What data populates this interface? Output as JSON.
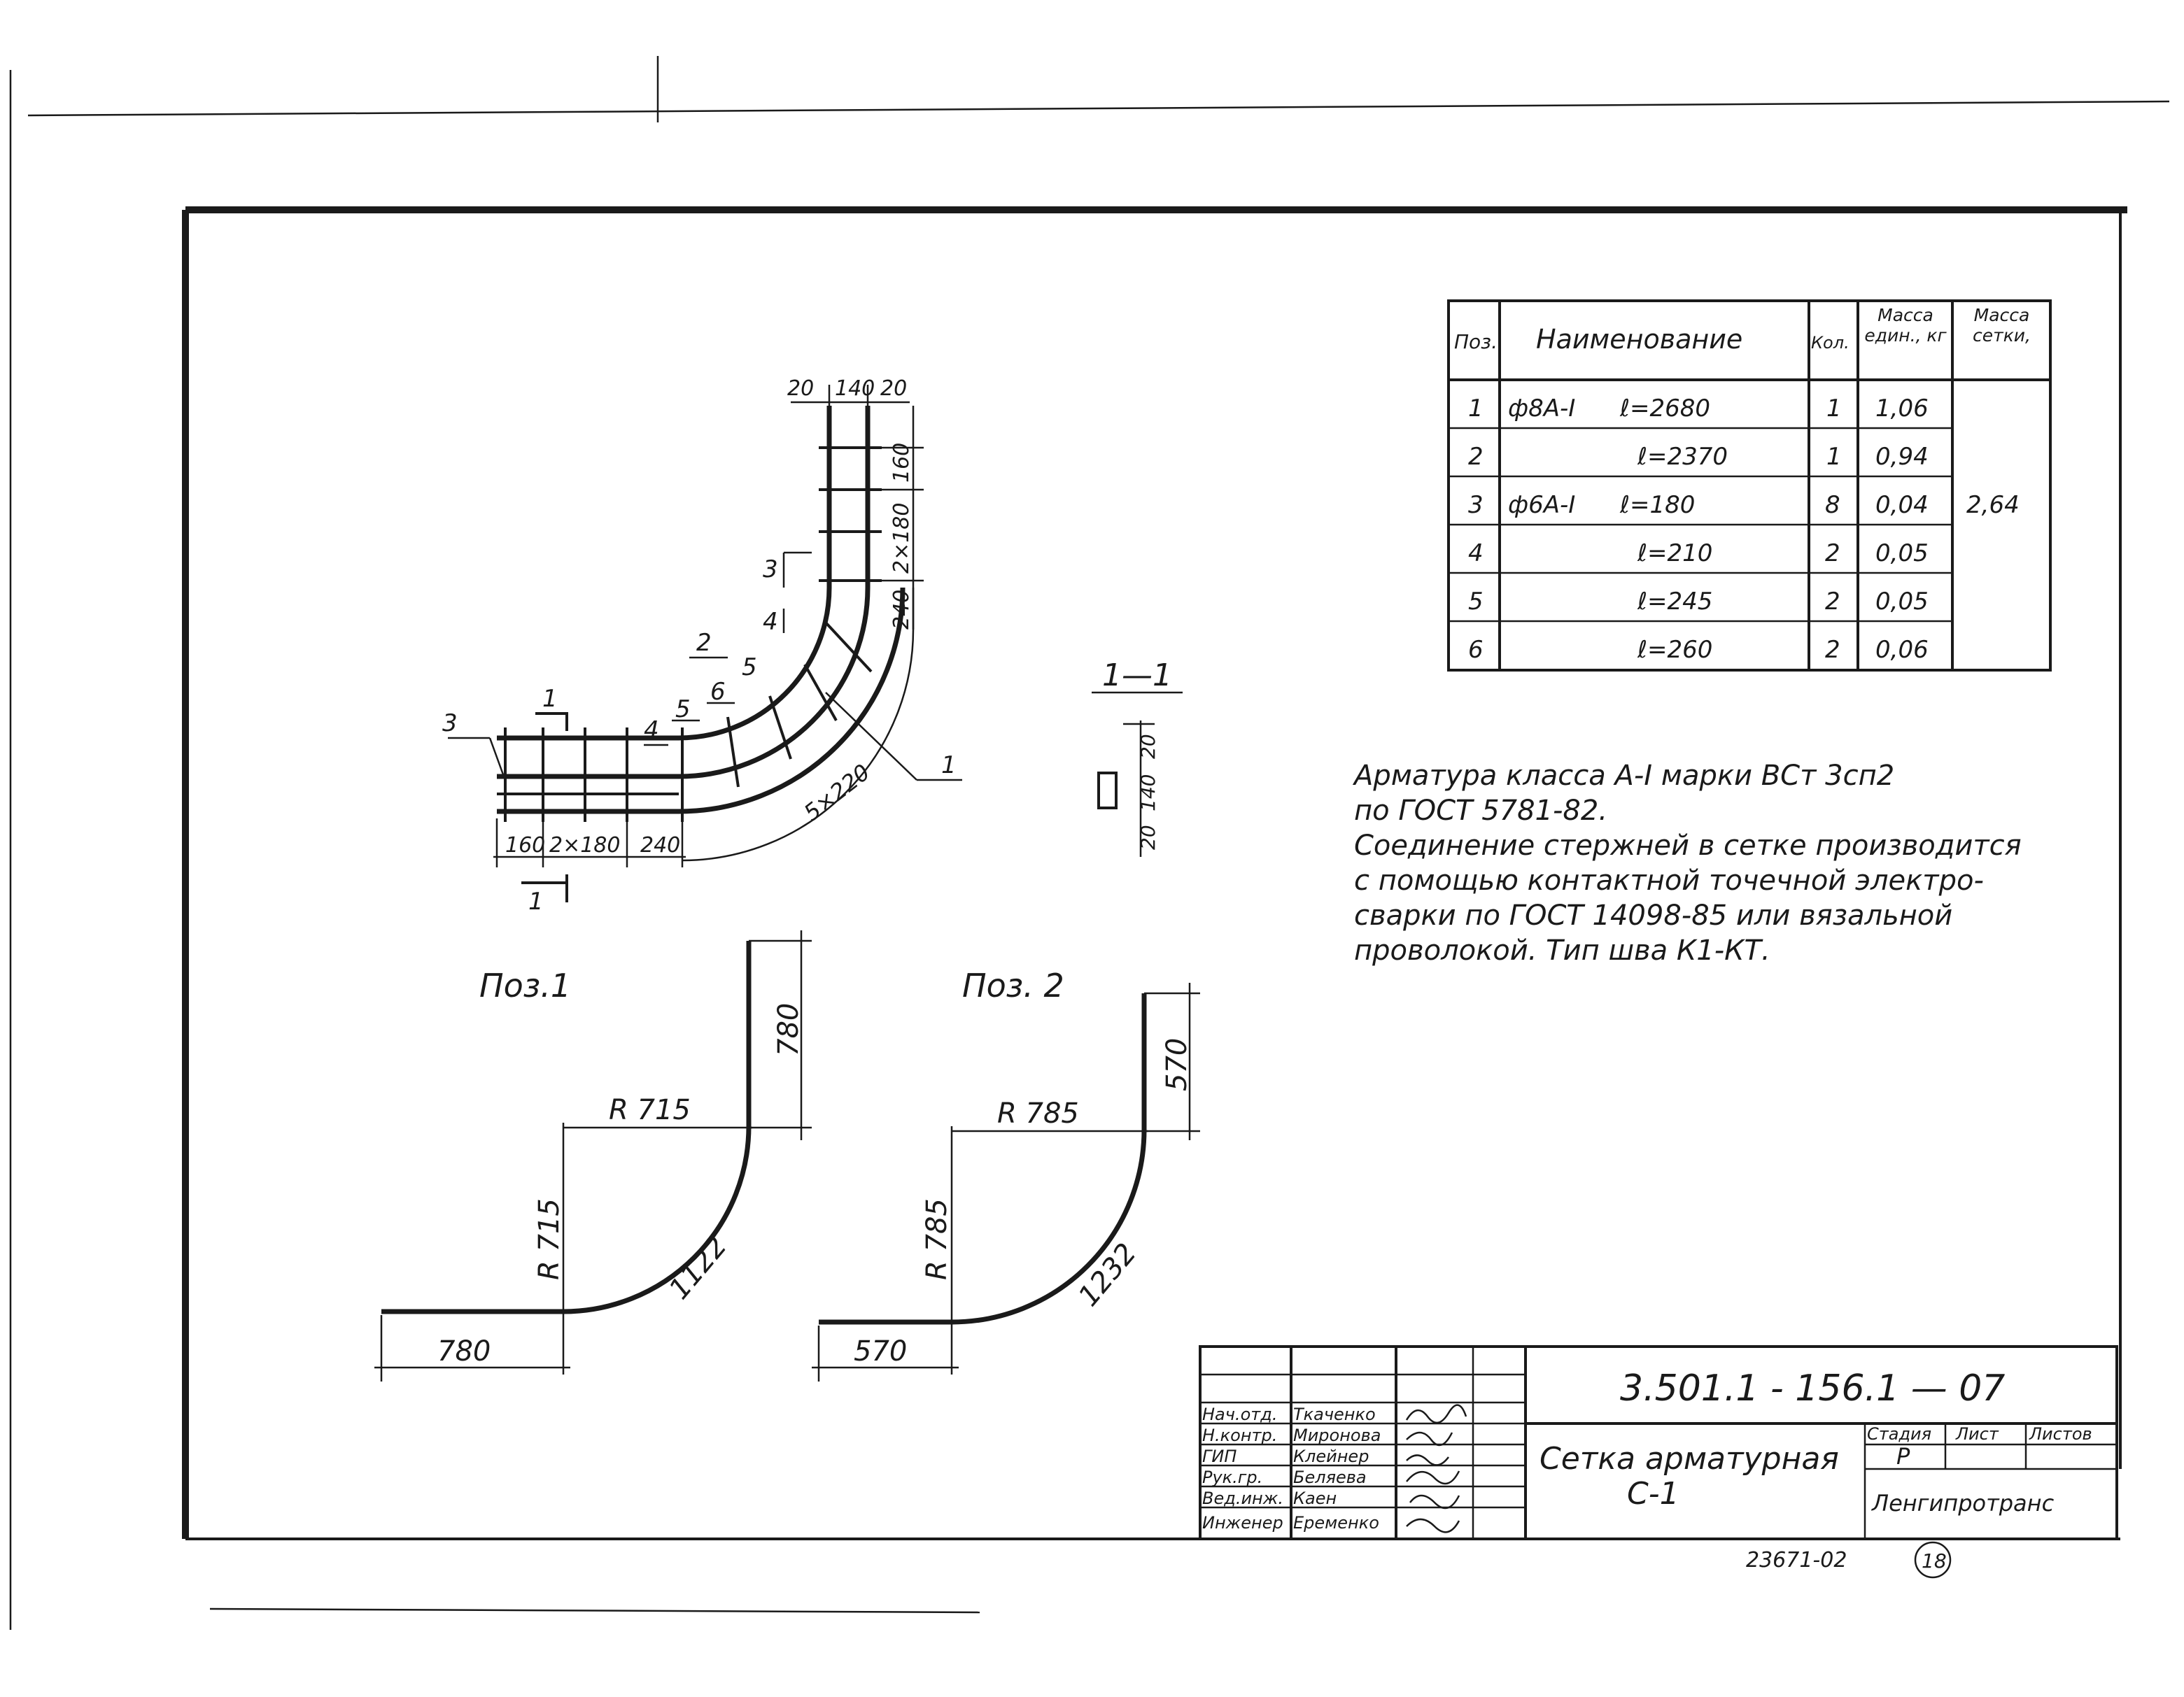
{
  "spec_table": {
    "headers": {
      "pos": "Поз.",
      "name": "Наименование",
      "qty": "Кол.",
      "unit_mass": "Масса един., кг",
      "mesh_mass": "Масса сетки,"
    },
    "rows": [
      {
        "pos": "1",
        "name": "ф8А-I",
        "length": "ℓ=2680",
        "qty": "1",
        "mass": "1,06"
      },
      {
        "pos": "2",
        "name": "",
        "length": "ℓ=2370",
        "qty": "1",
        "mass": "0,94"
      },
      {
        "pos": "3",
        "name": "ф6А-I",
        "length": "ℓ=180",
        "qty": "8",
        "mass": "0,04"
      },
      {
        "pos": "4",
        "name": "",
        "length": "ℓ=210",
        "qty": "2",
        "mass": "0,05"
      },
      {
        "pos": "5",
        "name": "",
        "length": "ℓ=245",
        "qty": "2",
        "mass": "0,05"
      },
      {
        "pos": "6",
        "name": "",
        "length": "ℓ=260",
        "qty": "2",
        "mass": "0,06"
      }
    ],
    "mesh_mass_total": "2,64"
  },
  "notes": [
    "Арматура класса А-I марки ВСт 3сп2",
    "по ГОСТ 5781-82.",
    "Соединение стержней в сетке производится",
    "с помощью контактной точечной электро-",
    "сварки по ГОСТ 14098-85 или вязальной",
    "проволокой. Тип шва  К1-КТ."
  ],
  "mesh_view": {
    "dims_top": [
      "20",
      "140",
      "20"
    ],
    "dims_right": [
      "160",
      "2×180",
      "240"
    ],
    "dims_bottom": [
      "160",
      "2×180",
      "240"
    ],
    "radius_dim": "5×220",
    "leaders": [
      "3",
      "4",
      "2",
      "5",
      "6",
      "1",
      "3",
      "4",
      "5",
      "6",
      "1"
    ],
    "section_mark": "1"
  },
  "section": {
    "title": "1—1",
    "dims": [
      "20",
      "140",
      "20"
    ]
  },
  "pos1": {
    "title": "Поз.1",
    "vertical": "780",
    "radius_h": "R 715",
    "radius_v": "R 715",
    "arc": "1122",
    "horizontal": "780"
  },
  "pos2": {
    "title": "Поз. 2",
    "vertical": "570",
    "radius_h": "R 785",
    "radius_v": "R 785",
    "arc": "1232",
    "horizontal": "570"
  },
  "title_block": {
    "doc_number": "3.501.1 - 156.1 — 07",
    "people": [
      {
        "role": "Нач.отд.",
        "name": "Ткаченко"
      },
      {
        "role": "Н.контр.",
        "name": "Миронова"
      },
      {
        "role": "ГИП",
        "name": "Клейнер"
      },
      {
        "role": "Рук.гр.",
        "name": "Беляева"
      },
      {
        "role": "Вед.инж.",
        "name": "Каен"
      },
      {
        "role": "Инженер",
        "name": "Еременко"
      }
    ],
    "title_line1": "Сетка арматурная",
    "title_line2": "С-1",
    "stage_label": "Стадия",
    "sheet_label": "Лист",
    "sheets_label": "Листов",
    "stage": "Р",
    "organization": "Ленгипротранс",
    "bottom_number": "23671-02",
    "circle_number": "18"
  }
}
